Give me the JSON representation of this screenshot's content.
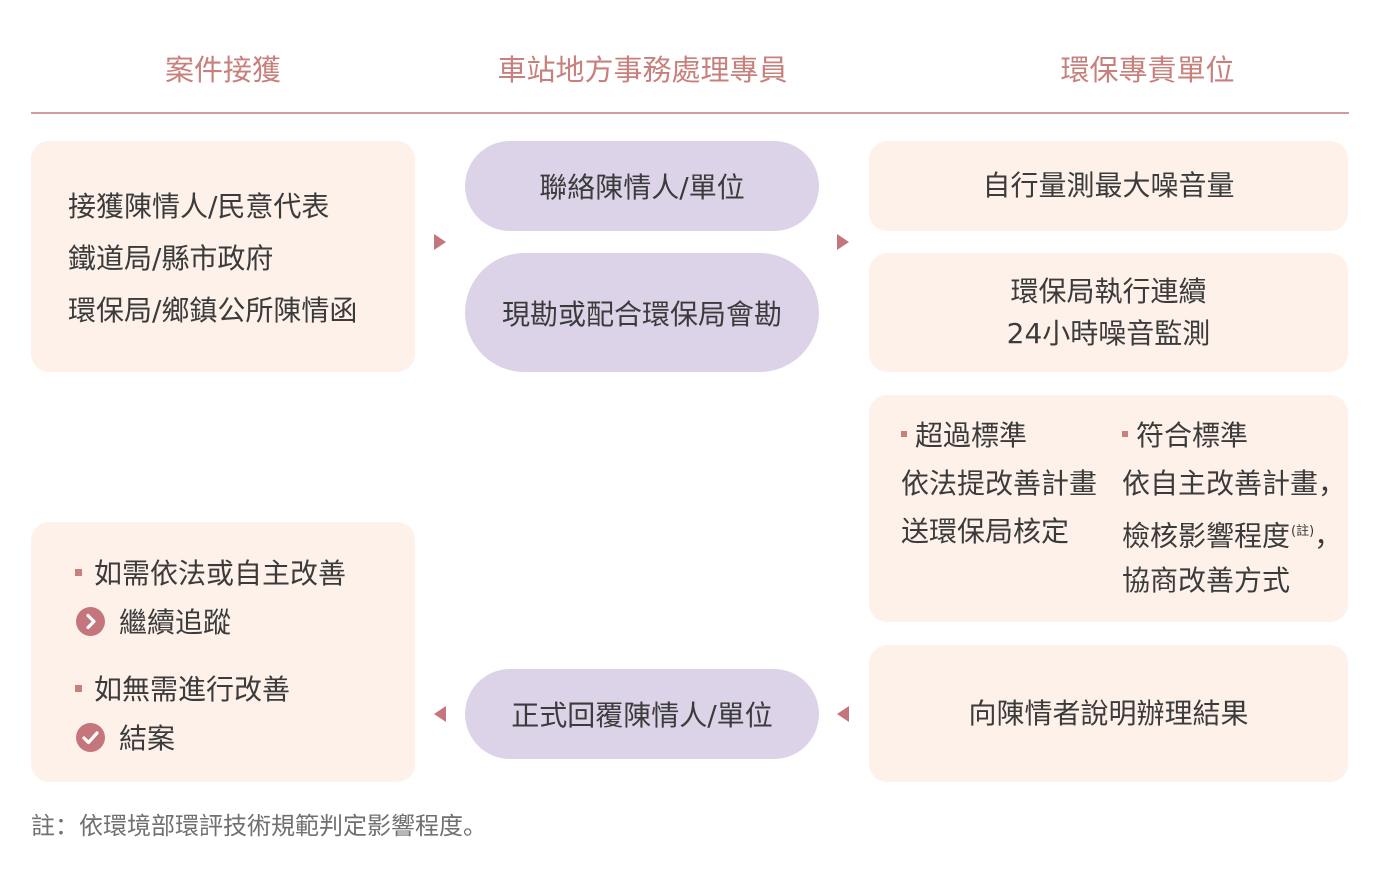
{
  "columns": {
    "intake": "案件接獲",
    "station": "車站地方事務處理專員",
    "env": "環保專責單位"
  },
  "intake_box": {
    "lines": [
      "接獲陳情人/民意代表",
      "鐵道局/縣市政府",
      "環保局/鄉鎮公所陳情函"
    ]
  },
  "station_steps": {
    "contact": "聯絡陳情人/單位",
    "survey": "現勘或配合環保局會勘",
    "reply": "正式回覆陳情人/單位"
  },
  "env_steps": {
    "self_measure": "自行量測最大噪音量",
    "bureau_monitor": [
      "環保局執行連續",
      "24小時噪音監測"
    ],
    "exceed": {
      "title": "超過標準",
      "lines": [
        "依法提改善計畫",
        "送環保局核定"
      ]
    },
    "comply": {
      "title": "符合標準",
      "line1": "依自主改善計畫，",
      "line2_text": "檢核影響程度",
      "line2_note": "(註)",
      "line2_tail": "，",
      "line3": "協商改善方式"
    },
    "explain": "向陳情者說明辦理結果"
  },
  "outcome_box": {
    "case1": "如需依法或自主改善",
    "result1": "繼續追蹤",
    "case2": "如無需進行改善",
    "result2": "結案"
  },
  "footnote": "註：依環境部環評技術規範判定影響程度。",
  "colors": {
    "header": "#c8807c",
    "box_bg": "#fdf1ea",
    "pill_bg": "#ddd3e8",
    "arrow": "#c4767c"
  },
  "icons": {
    "continue": "chevron-right-circle-icon",
    "close": "check-circle-icon"
  }
}
